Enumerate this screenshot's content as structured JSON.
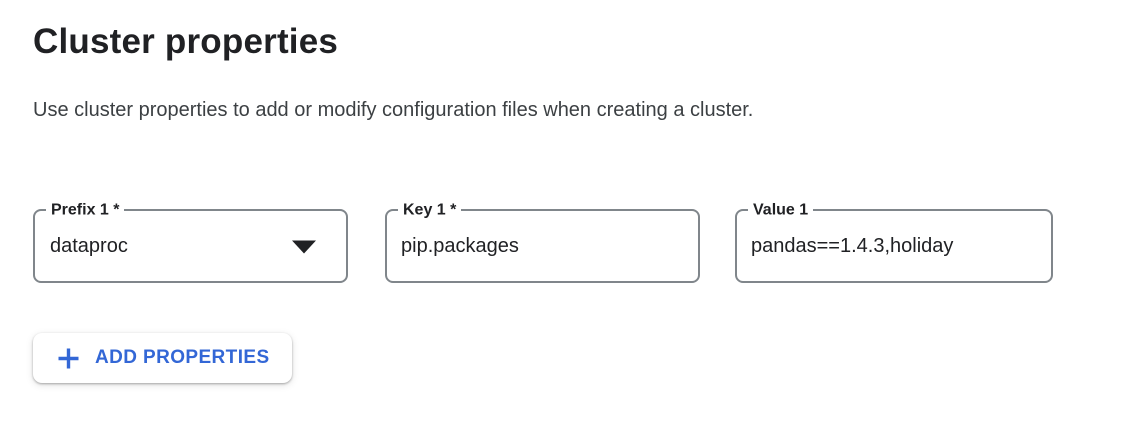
{
  "page": {
    "title": "Cluster properties",
    "description": "Use cluster properties to add or modify configuration files when creating a cluster."
  },
  "fields": [
    {
      "label": "Prefix 1 *",
      "value": "dataproc",
      "control": "dropdown",
      "required": true
    },
    {
      "label": "Key 1 *",
      "value": "pip.packages",
      "control": "text",
      "required": true
    },
    {
      "label": "Value 1",
      "value": "pandas==1.4.3,holiday",
      "control": "text",
      "required": false
    }
  ],
  "buttons": {
    "add_properties": {
      "label": "ADD PROPERTIES",
      "icon": "plus-icon"
    }
  },
  "colors": {
    "accent_blue": "#3367d6",
    "text_primary": "#202124",
    "text_secondary": "#3c4043",
    "field_border": "#80868b"
  }
}
